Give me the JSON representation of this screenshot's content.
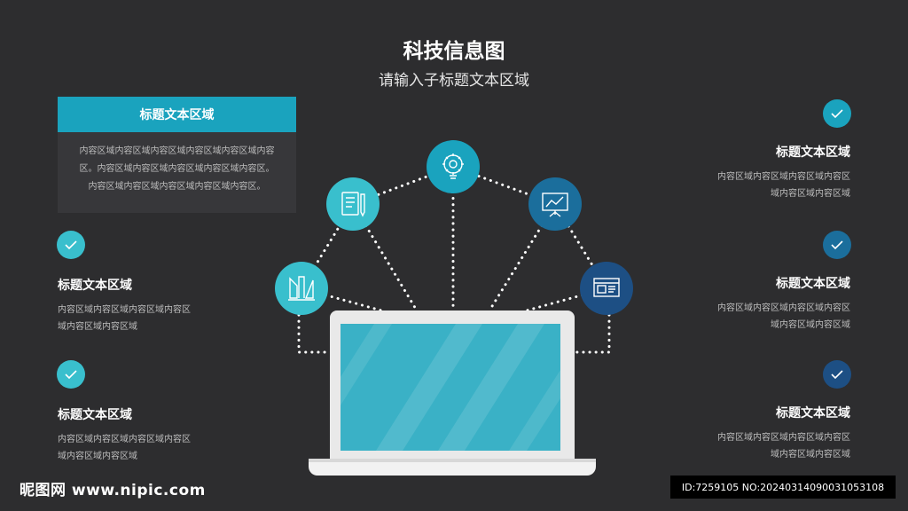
{
  "header": {
    "title": "科技信息图",
    "subtitle": "请输入子标题文本区域"
  },
  "featured_box": {
    "title": "标题文本区域",
    "lines": [
      "内容区域内容区域内容区域内容区域内容区域内容",
      "区。内容区域内容区域内容区域内容区域内容区。",
      "内容区域内容区域内容区域内容区域内容区。"
    ]
  },
  "left_items": [
    {
      "title": "标题文本区域",
      "lines": [
        "内容区域内容区域内容区域内容区",
        "域内容区域内容区域"
      ]
    },
    {
      "title": "标题文本区域",
      "lines": [
        "内容区域内容区域内容区域内容区",
        "域内容区域内容区域"
      ]
    }
  ],
  "right_items": [
    {
      "title": "标题文本区域",
      "lines": [
        "内容区域内容区域内容区域内容区",
        "域内容区域内容区域"
      ]
    },
    {
      "title": "标题文本区域",
      "lines": [
        "内容区域内容区域内容区域内容区",
        "域内容区域内容区域"
      ]
    },
    {
      "title": "标题文本区域",
      "lines": [
        "内容区域内容区域内容区域内容区",
        "域内容区域内容区域"
      ]
    }
  ],
  "colors": {
    "background": "#2d2d2f",
    "teal_light": "#39bfcd",
    "teal": "#1aa3be",
    "blue": "#1b6e9c",
    "navy": "#1d4f84",
    "screen": "#3ab1c6"
  },
  "icons": [
    "blueprint-ruler-icon",
    "document-pen-icon",
    "gear-bulb-icon",
    "presentation-chart-icon",
    "browser-window-icon"
  ],
  "footer": {
    "logo": "昵图网 www.nipic.com",
    "id_text": "ID:7259105 NO:20240314090031053108"
  }
}
